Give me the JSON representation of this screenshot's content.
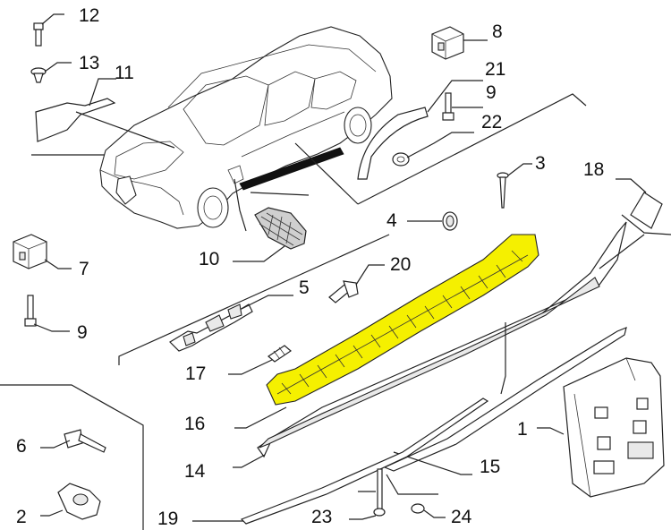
{
  "diagram": {
    "highlight_color": "#f5f000",
    "callouts": [
      {
        "id": "c12",
        "label": "12"
      },
      {
        "id": "c13",
        "label": "13"
      },
      {
        "id": "c11",
        "label": "11"
      },
      {
        "id": "c8",
        "label": "8"
      },
      {
        "id": "c21",
        "label": "21"
      },
      {
        "id": "c9a",
        "label": "9"
      },
      {
        "id": "c22",
        "label": "22"
      },
      {
        "id": "c3",
        "label": "3"
      },
      {
        "id": "c18",
        "label": "18"
      },
      {
        "id": "c4",
        "label": "4"
      },
      {
        "id": "c10",
        "label": "10"
      },
      {
        "id": "c7",
        "label": "7"
      },
      {
        "id": "c20",
        "label": "20"
      },
      {
        "id": "c5",
        "label": "5"
      },
      {
        "id": "c9b",
        "label": "9"
      },
      {
        "id": "c17",
        "label": "17"
      },
      {
        "id": "c16",
        "label": "16"
      },
      {
        "id": "c1",
        "label": "1"
      },
      {
        "id": "c6",
        "label": "6"
      },
      {
        "id": "c14",
        "label": "14"
      },
      {
        "id": "c15",
        "label": "15"
      },
      {
        "id": "c2",
        "label": "2"
      },
      {
        "id": "c19",
        "label": "19"
      },
      {
        "id": "c23",
        "label": "23"
      },
      {
        "id": "c24",
        "label": "24"
      }
    ]
  }
}
